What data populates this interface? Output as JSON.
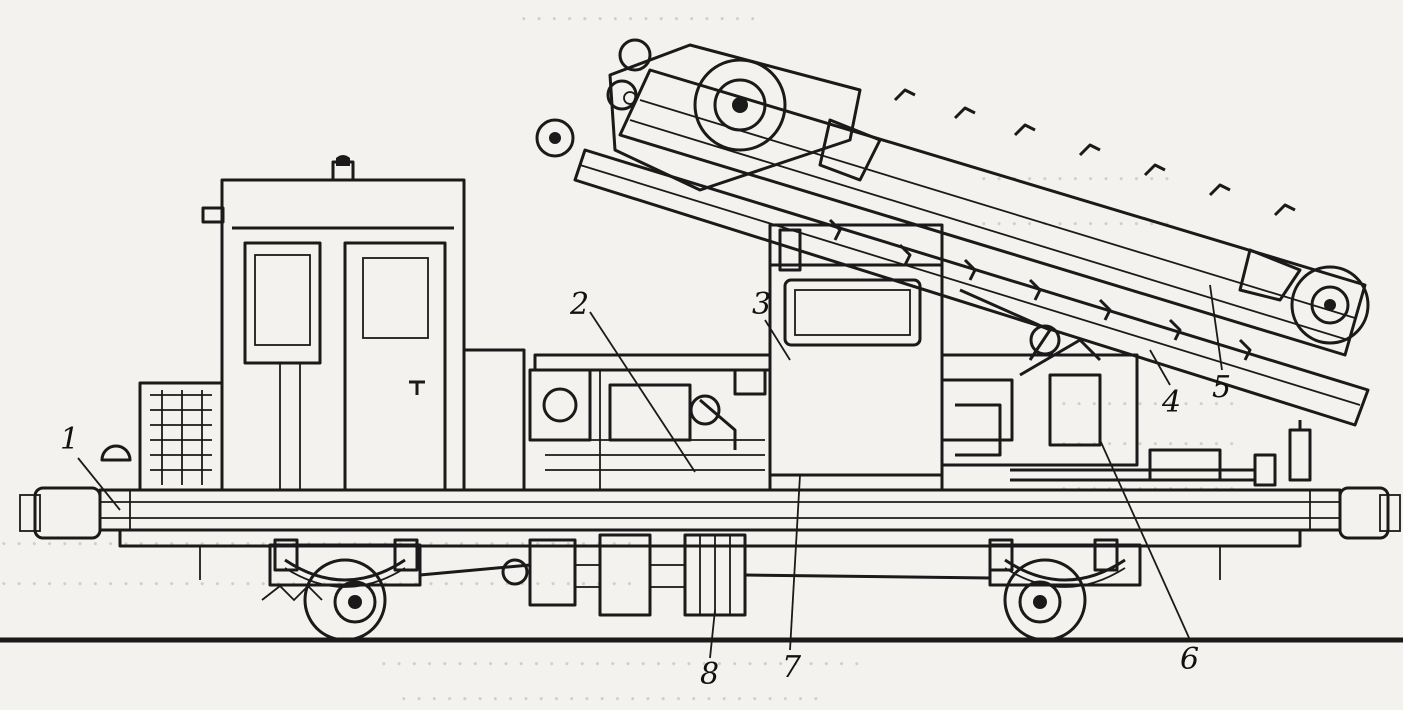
{
  "labels": {
    "l1": "1",
    "l2": "2",
    "l3": "3",
    "l4": "4",
    "l5": "5",
    "l6": "6",
    "l7": "7",
    "l8": "8"
  },
  "colors": {
    "ink": "#1a1a1a",
    "paper": "#f4f2ee",
    "bleed_through": "#b7b3ad"
  }
}
